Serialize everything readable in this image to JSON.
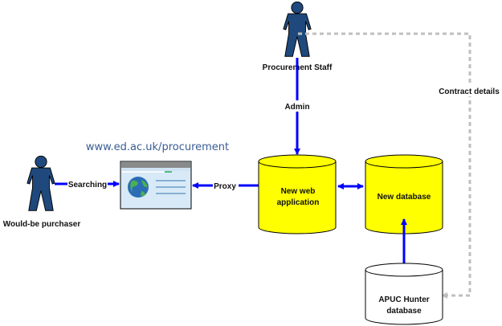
{
  "actors": {
    "staff": "Procurement Staff",
    "purchaser": "Would-be purchaser"
  },
  "website_url": "www.ed.ac.uk/procurement",
  "components": {
    "web_app_line1": "New web",
    "web_app_line2": "application",
    "new_database": "New database",
    "apuc_line1": "APUC Hunter",
    "apuc_line2": "database"
  },
  "connections": {
    "admin": "Admin",
    "contract_details": "Contract details",
    "proxy": "Proxy",
    "searching": "Searching"
  },
  "colors": {
    "arrow": "#0000ff",
    "dashed": "#bfbfbf",
    "cylinder_fill": "#ffff00",
    "person": "#1f497d"
  }
}
